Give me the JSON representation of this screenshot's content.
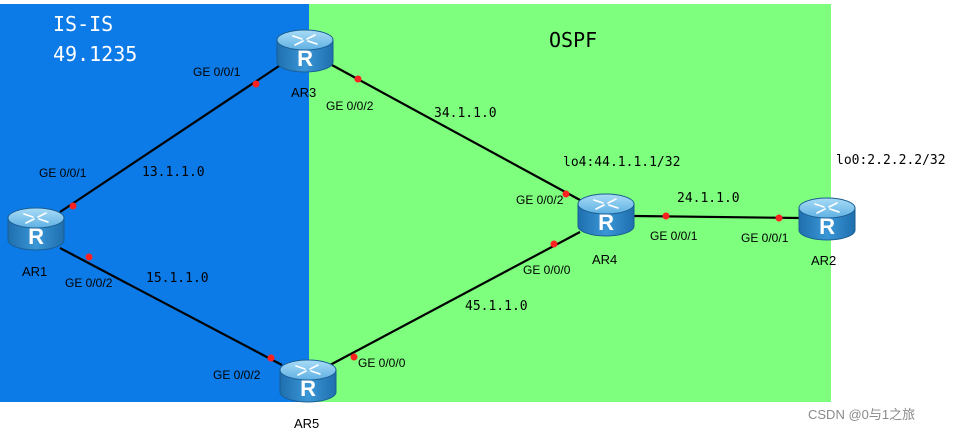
{
  "zones": {
    "isis": {
      "title": "IS-IS",
      "area": "49.1235",
      "color": "#0c7be8"
    },
    "ospf": {
      "title": "OSPF",
      "color": "#7eff7e"
    }
  },
  "routers": {
    "ar1": {
      "label": "AR1",
      "glyph": "R"
    },
    "ar2": {
      "label": "AR2",
      "glyph": "R"
    },
    "ar3": {
      "label": "AR3",
      "glyph": "R"
    },
    "ar4": {
      "label": "AR4",
      "glyph": "R"
    },
    "ar5": {
      "label": "AR5",
      "glyph": "R"
    }
  },
  "networks": {
    "ar1_ar3": "13.1.1.0",
    "ar1_ar5": "15.1.1.0",
    "ar3_ar4": "34.1.1.0",
    "ar4_ar5": "45.1.1.0",
    "ar4_ar2": "24.1.1.0"
  },
  "interfaces": {
    "ar3_to_ar1": "GE 0/0/1",
    "ar3_to_ar4": "GE 0/0/2",
    "ar1_to_ar3": "GE 0/0/1",
    "ar1_to_ar5": "GE 0/0/2",
    "ar4_to_ar3": "GE 0/0/2",
    "ar4_to_ar5": "GE 0/0/0",
    "ar4_to_ar2": "GE 0/0/1",
    "ar2_to_ar4": "GE 0/0/1",
    "ar5_to_ar1": "GE 0/0/2",
    "ar5_to_ar4": "GE 0/0/0"
  },
  "loopbacks": {
    "ar4": "lo4:44.1.1.1/32",
    "ar2": "lo0:2.2.2.2/32"
  },
  "watermark": "CSDN @0与1之旅",
  "colors": {
    "link": "#000000",
    "port_dot": "#ff2020",
    "router_fill": "#2f86c6",
    "router_top": "#7cc4ee"
  }
}
